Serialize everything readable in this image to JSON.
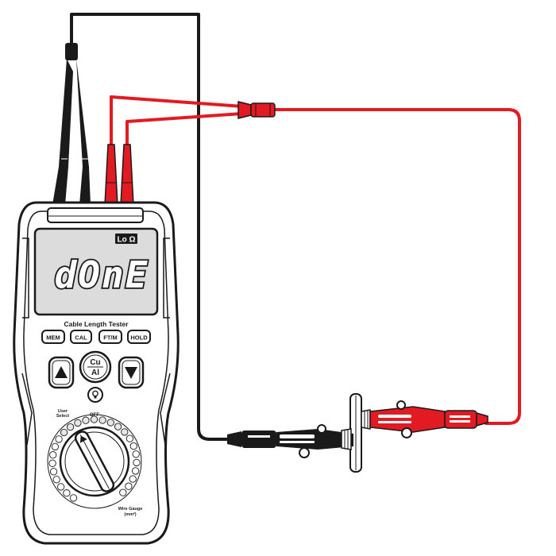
{
  "colors": {
    "black_lead": "#1a1a1a",
    "red_lead": "#e21b22",
    "lcd_bg": "#dcdcdc",
    "body_outline": "#1a1a1a"
  },
  "meter": {
    "mode_badge": "Lo Ω",
    "display_text": "dOnE",
    "label": "Cable Length Tester",
    "buttons": {
      "mem": "MEM",
      "cal": "CAL",
      "ftm": "FT/M",
      "hold": "HOLD"
    },
    "material_top": "Cu",
    "material_bottom": "Al",
    "user_select": [
      "User",
      "Select"
    ],
    "off_label": "OFF",
    "wire_gauge": [
      "Wire Gauge",
      "(mm²)"
    ],
    "backlight_icon": "bulb-icon",
    "up_icon": "triangle-up-icon",
    "down_icon": "triangle-down-icon"
  }
}
